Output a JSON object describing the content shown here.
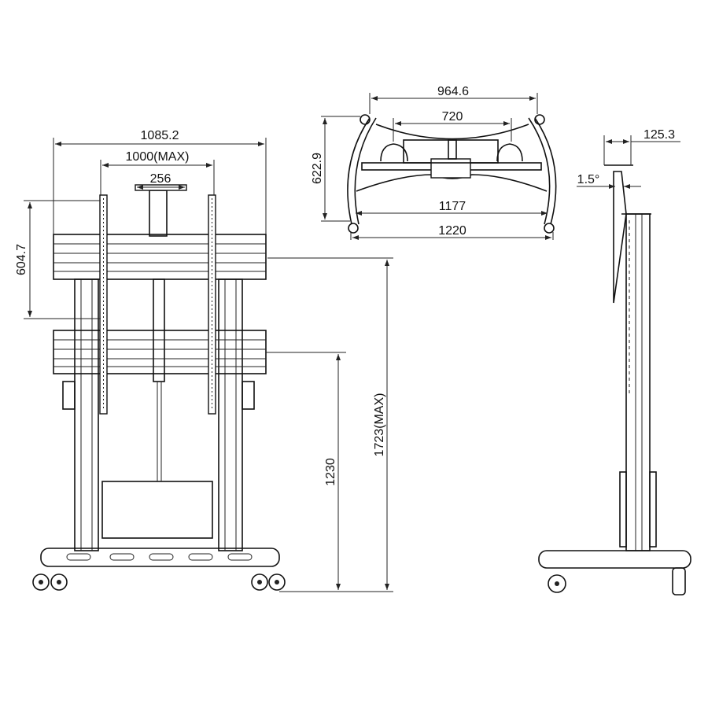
{
  "front_view": {
    "width_overall": "1085.2",
    "width_mount_max": "1000(MAX)",
    "top_plate_width": "256",
    "mount_height": "604.7",
    "height_lower": "1230",
    "height_max": "1723(MAX)"
  },
  "top_view": {
    "width_handles": "964.6",
    "width_inner": "720",
    "depth": "622.9",
    "wheel_span": "1177",
    "width_base": "1220"
  },
  "side_view": {
    "shelf_depth": "125.3",
    "tilt_angle": "1.5°"
  }
}
